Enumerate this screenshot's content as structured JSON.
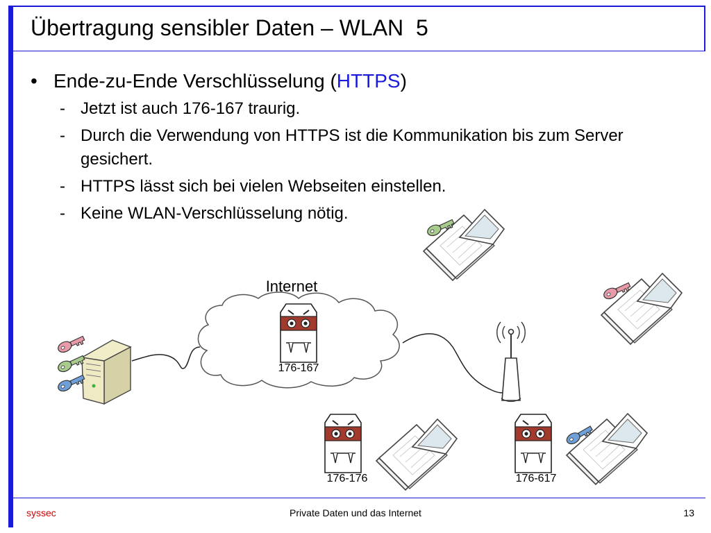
{
  "slide": {
    "title": "Übertragung sensibler Daten – WLAN  5",
    "bullet": {
      "prefix": "Ende-zu-Ende Verschlüsselung (",
      "highlight": "HTTPS",
      "suffix": ")"
    },
    "sub_items": [
      "Jetzt ist auch 176-167 traurig.",
      "Durch die Verwendung von HTTPS ist die Kommunikation bis zum Server gesichert.",
      "HTTPS lässt sich bei vielen Webseiten einstellen.",
      "Keine WLAN-Verschlüsselung nötig."
    ]
  },
  "diagram": {
    "internet_label": "Internet",
    "user_labels": [
      "176-167",
      "176-176",
      "176-617"
    ]
  },
  "footer": {
    "left": "syssec",
    "center": "Private Daten und das Internet",
    "page": "13"
  },
  "colors": {
    "accent": "#1a1ad8",
    "footer_brand": "#d40000",
    "key_pink": "#e89aa8",
    "key_green": "#a8cc8c",
    "key_blue": "#6f9fd8",
    "mask_red": "#a33a2e"
  }
}
